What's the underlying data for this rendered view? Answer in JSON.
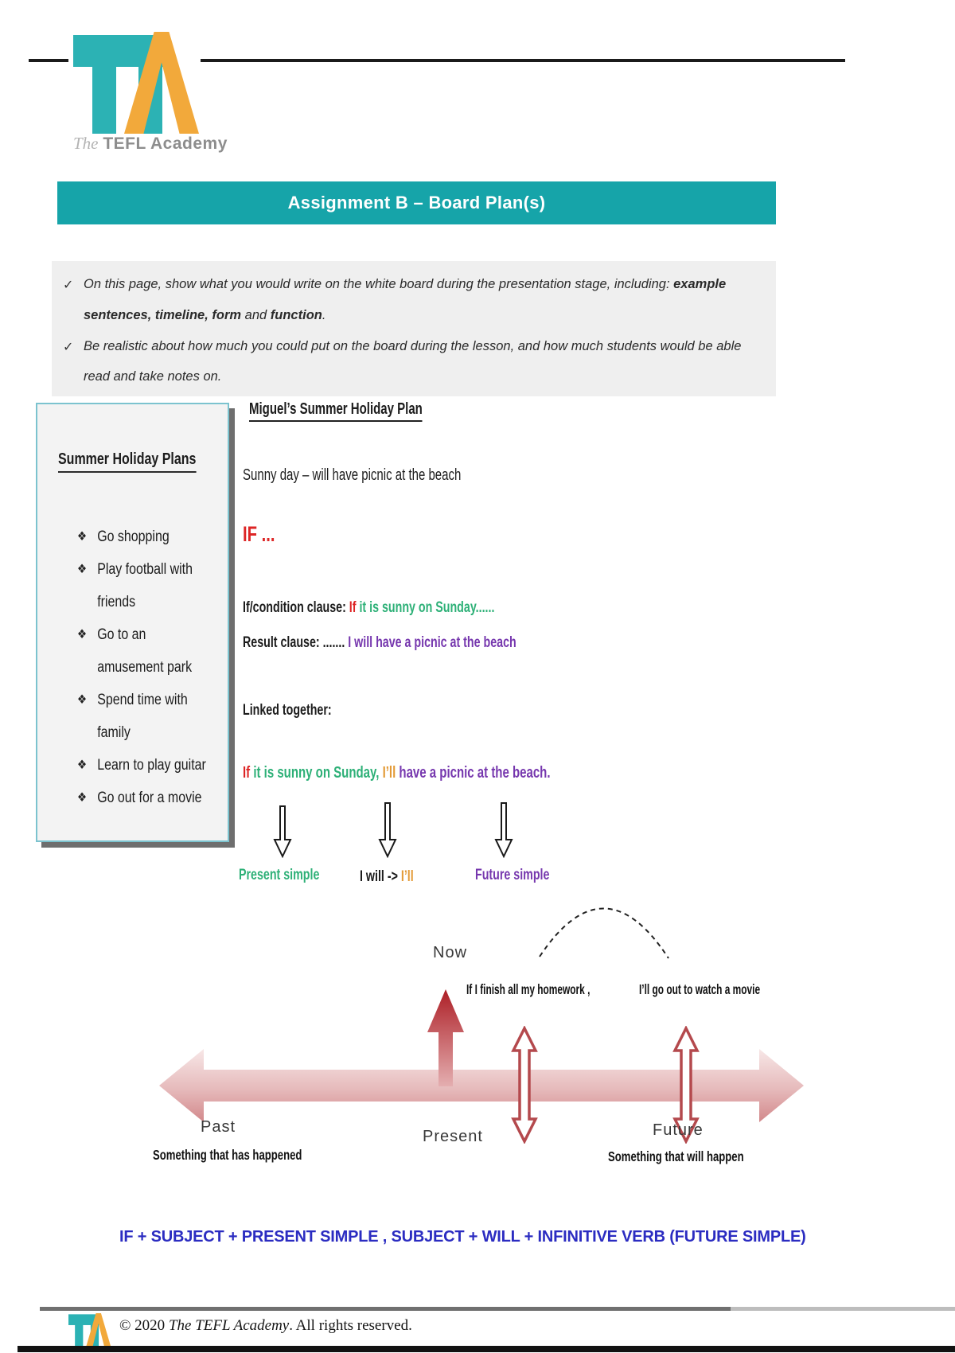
{
  "logo": {
    "the": "The",
    "name": "TEFL Academy"
  },
  "banner": {
    "title": "Assignment B – Board Plan(s)"
  },
  "instructions": {
    "check": "✓",
    "item1": {
      "pre": "On this page, show what you would write on the white board during the presentation stage, including: ",
      "bold1": "example sentences, timeline, form",
      "mid": " and ",
      "bold2": "function",
      "end": "."
    },
    "item2": "Be realistic about how much you could put on the board during the lesson, and how much students would be able read and take notes on."
  },
  "sidebar": {
    "title": "Summer Holiday Plans",
    "lines": [
      {
        "bullet": "❖",
        "text": "Go shopping"
      },
      {
        "bullet": "❖",
        "text": "Play football with"
      },
      {
        "bullet": "",
        "text": "friends"
      },
      {
        "bullet": "❖",
        "text": "Go to an"
      },
      {
        "bullet": "",
        "text": "amusement park"
      },
      {
        "bullet": "❖",
        "text": "Spend time with"
      },
      {
        "bullet": "",
        "text": "family"
      },
      {
        "bullet": "❖",
        "text": "Learn to play guitar"
      },
      {
        "bullet": "❖",
        "text": "Go out for a movie"
      }
    ]
  },
  "board": {
    "title": "Miguel’s Summer Holiday Plan",
    "sunny_line": "Sunny day – will have picnic at the beach",
    "if_heading": "IF ...",
    "condition": {
      "label": "If/condition clause: ",
      "if_word": "If ",
      "rest": "it is sunny on Sunday......"
    },
    "result": {
      "label": "Result clause: ",
      "dots": "....... ",
      "rest": "I will have a picnic at the beach"
    },
    "linked_label": "Linked together:",
    "sentence": {
      "if_word": "If ",
      "green": "it is sunny on Sunday, ",
      "orange": "I’ll ",
      "purple": "have a picnic at the beach."
    },
    "labels": {
      "present": "Present simple",
      "i_will": "I will -> ",
      "ill": "I’ll",
      "future": "Future simple"
    }
  },
  "timeline": {
    "now": "Now",
    "phrase_condition": "If I finish all my homework ,",
    "phrase_result": "I’ll go out to watch a movie",
    "present": "Present",
    "past": "Past",
    "past_sub": "Something that has happened",
    "future": "Future",
    "future_sub": "Something that will happen"
  },
  "formula": "IF + SUBJECT + PRESENT SIMPLE , SUBJECT + WILL + INFINITIVE VERB (FUTURE SIMPLE)",
  "footer": {
    "copyright_pre": "© 2020 ",
    "copyright_name": "The TEFL Academy",
    "copyright_post": ". All rights reserved."
  },
  "colors": {
    "banner_teal": "#16a4a9",
    "logo_teal": "#2cb2b4",
    "logo_orange": "#f2a93b",
    "red": "#dd2525",
    "green": "#2db077",
    "purple": "#7637ae",
    "orange": "#e39a36",
    "formula_blue": "#2b2cc1",
    "timeline_pink": "#d98b8d"
  }
}
